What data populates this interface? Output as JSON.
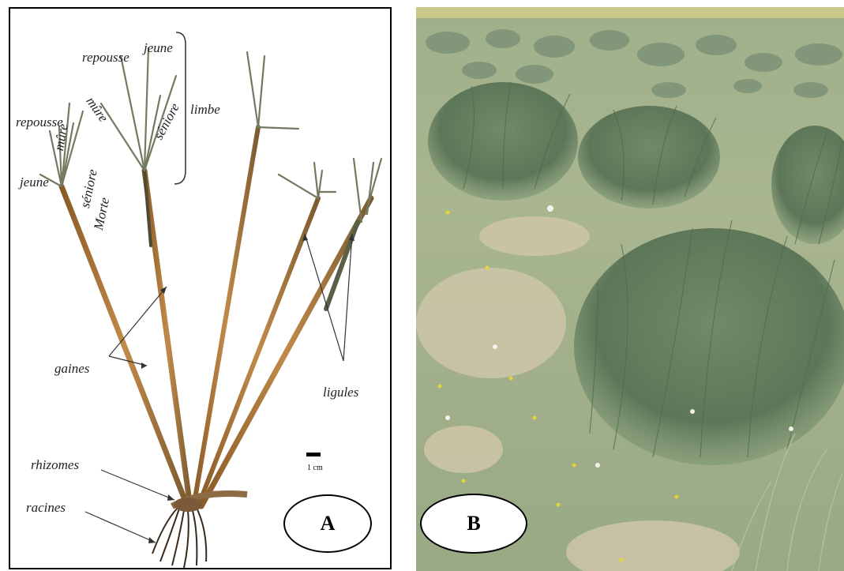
{
  "panel_a": {
    "letter": "A",
    "labels": {
      "repousse_top": "repousse",
      "jeune_top": "jeune",
      "mure_top": "mûre",
      "seniore_top": "séniore",
      "limbe": "limbe",
      "repousse_left": "repousse",
      "mure_left": "mûre",
      "jeune_left": "jeune",
      "seniore_left": "séniore",
      "morte": "Morte",
      "gaines": "gaines",
      "ligules": "ligules",
      "rhizomes": "rhizomes",
      "racines": "racines"
    },
    "scale_bar": "1 cm"
  },
  "panel_b": {
    "letter": "B"
  },
  "colors": {
    "stem": "#b07a3c",
    "leaf": "#7d8a6a",
    "grass": "#8ea87a",
    "tussock": "#5f7a5a",
    "soil": "#c9c2a6"
  }
}
